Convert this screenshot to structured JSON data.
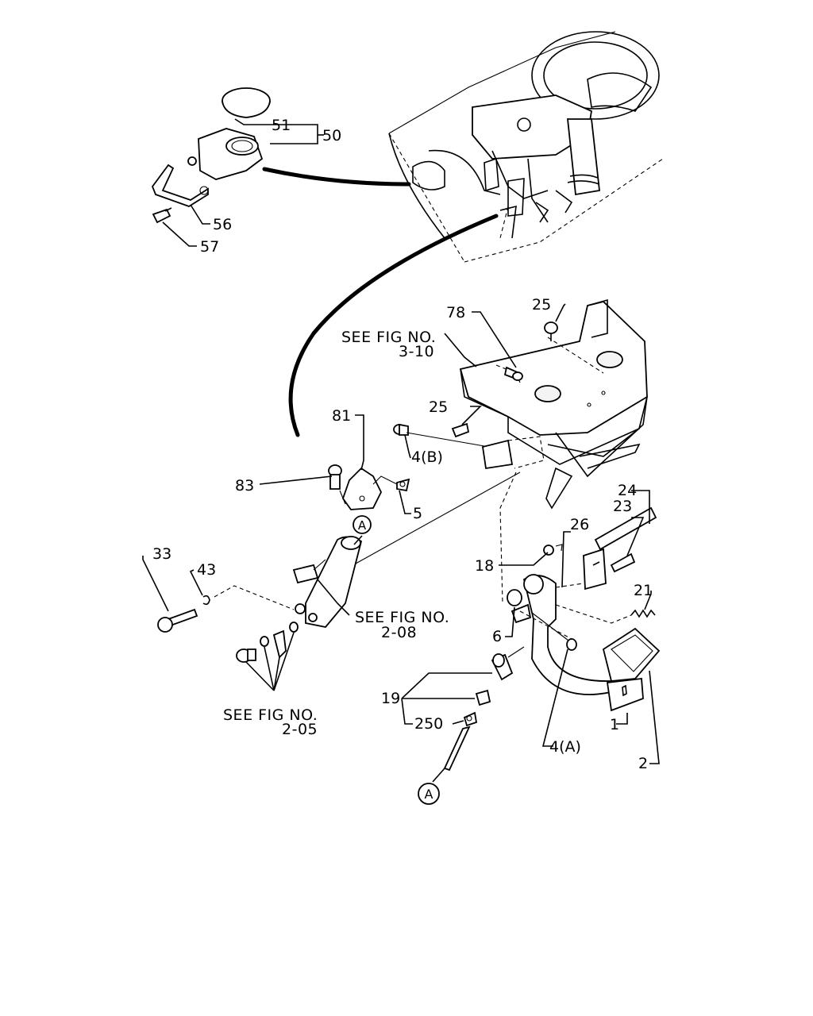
{
  "callouts": {
    "c51": "51",
    "c50": "50",
    "c56": "56",
    "c57": "57",
    "c78": "78",
    "c25a": "25",
    "c25b": "25",
    "c81": "81",
    "c4b": "4(B)",
    "c83": "83",
    "c5": "5",
    "c24": "24",
    "c23": "23",
    "c26": "26",
    "c18": "18",
    "c33": "33",
    "c43": "43",
    "c21": "21",
    "c6": "6",
    "c19": "19",
    "c250": "250",
    "c1": "1",
    "c4a": "4(A)",
    "c2": "2",
    "markerA1": "A",
    "markerA2": "A"
  },
  "references": {
    "fig310_line1": "SEE FIG NO.",
    "fig310_line2": "3-10",
    "fig208_line1": "SEE FIG NO.",
    "fig208_line2": "2-08",
    "fig205_line1": "SEE FIG NO.",
    "fig205_line2": "2-05"
  }
}
